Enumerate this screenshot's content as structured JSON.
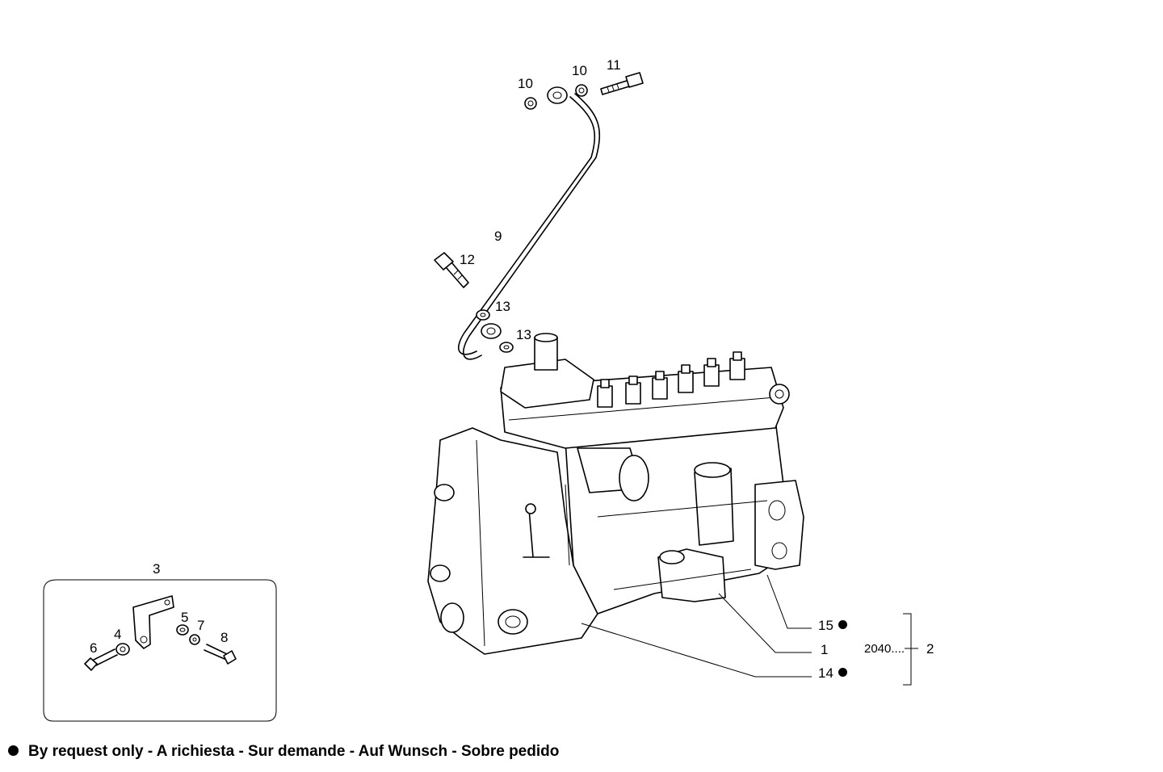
{
  "callouts": {
    "n1": "1",
    "n2": "2",
    "n3": "3",
    "n4": "4",
    "n5": "5",
    "n6": "6",
    "n7": "7",
    "n8": "8",
    "n9": "9",
    "n10a": "10",
    "n10b": "10",
    "n11": "11",
    "n12": "12",
    "n13a": "13",
    "n13b": "13",
    "n14": "14",
    "n15": "15"
  },
  "reference_code": "2040....",
  "footnote": "By request only - A richiesta - Sur demande - Auf Wunsch - Sobre pedido",
  "marker_meaning": "by-request-only",
  "colors": {
    "ink": "#000000",
    "paper": "#ffffff"
  }
}
